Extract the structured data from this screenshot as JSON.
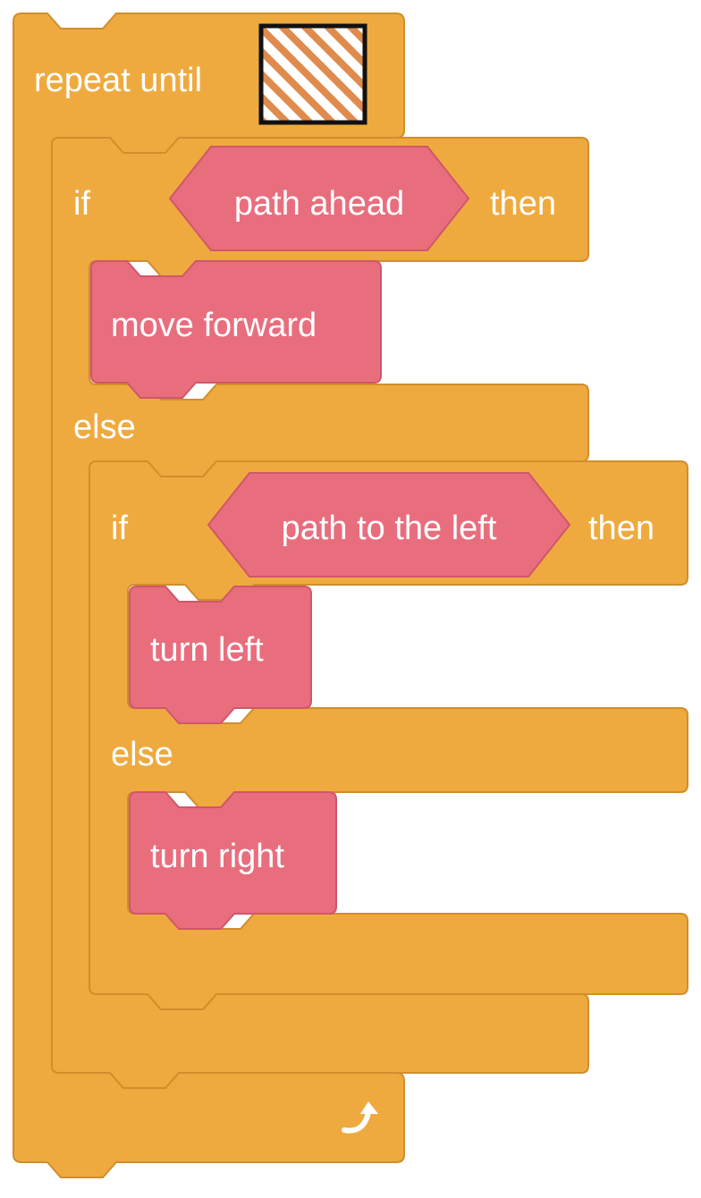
{
  "repeat": {
    "label": "repeat until",
    "condition_icon": "striped-condition-slot",
    "loop_icon": "loop-arrow-icon"
  },
  "outer_if": {
    "if_label": "if",
    "condition": "path ahead",
    "then_label": "then",
    "action": "move forward",
    "else_label": "else"
  },
  "inner_if": {
    "if_label": "if",
    "condition": "path to the left",
    "then_label": "then",
    "action_then": "turn left",
    "else_label": "else",
    "action_else": "turn right"
  },
  "colors": {
    "control": "#EFAA3F",
    "control_edge": "#D08E2C",
    "action": "#E86E7E",
    "action_edge": "#D0566A",
    "text": "#FFFFFF",
    "stripe": "#E08B4E"
  }
}
